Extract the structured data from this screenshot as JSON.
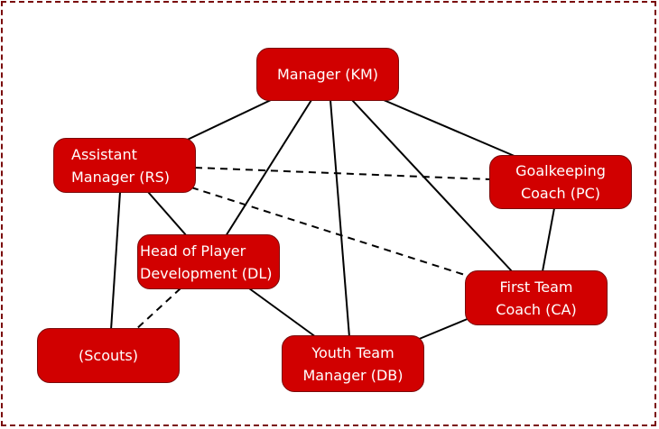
{
  "diagram": {
    "colors": {
      "node_fill": "#d10000",
      "node_border": "#7a0a0a",
      "node_text": "#ffffff",
      "edge": "#000000",
      "frame": "#7a0a0a"
    },
    "nodes": [
      {
        "id": "km",
        "lines": [
          "Manager (KM)"
        ]
      },
      {
        "id": "rs",
        "lines": [
          "Assistant",
          "Manager (RS)"
        ]
      },
      {
        "id": "pc",
        "lines": [
          "Goalkeeping",
          "Coach (PC)"
        ]
      },
      {
        "id": "dl",
        "lines": [
          "Head of Player",
          "Development (DL)"
        ]
      },
      {
        "id": "ca",
        "lines": [
          "First Team",
          "Coach (CA)"
        ]
      },
      {
        "id": "scouts",
        "lines": [
          "(Scouts)"
        ]
      },
      {
        "id": "db",
        "lines": [
          "Youth Team",
          "Manager (DB)"
        ]
      }
    ],
    "edges": [
      {
        "from": "km",
        "to": "rs",
        "style": "solid"
      },
      {
        "from": "km",
        "to": "dl",
        "style": "solid"
      },
      {
        "from": "km",
        "to": "db",
        "style": "solid"
      },
      {
        "from": "km",
        "to": "ca",
        "style": "solid"
      },
      {
        "from": "km",
        "to": "pc",
        "style": "solid"
      },
      {
        "from": "rs",
        "to": "pc",
        "style": "dashed"
      },
      {
        "from": "rs",
        "to": "ca",
        "style": "dashed"
      },
      {
        "from": "rs",
        "to": "dl",
        "style": "solid"
      },
      {
        "from": "rs",
        "to": "scouts",
        "style": "solid"
      },
      {
        "from": "dl",
        "to": "scouts",
        "style": "dashed"
      },
      {
        "from": "dl",
        "to": "db",
        "style": "solid"
      },
      {
        "from": "pc",
        "to": "ca",
        "style": "solid"
      },
      {
        "from": "ca",
        "to": "db",
        "style": "solid"
      }
    ]
  }
}
